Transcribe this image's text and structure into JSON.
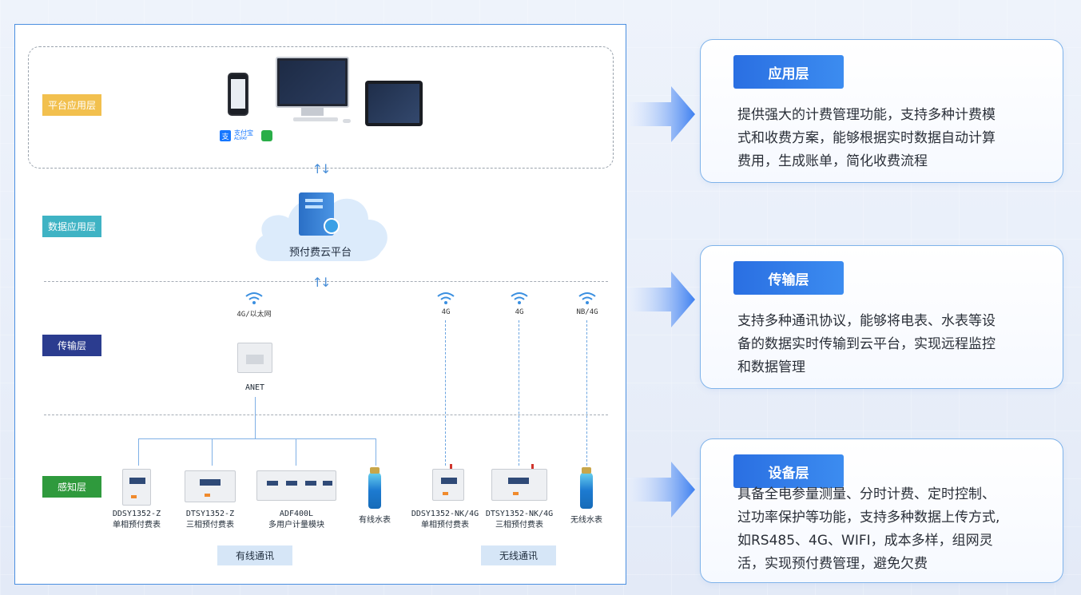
{
  "diagram": {
    "layers": {
      "platform": "平台应用层",
      "data": "数据应用层",
      "transport": "传输层",
      "sensing": "感知层"
    },
    "payment": {
      "alipay_cn": "支付宝",
      "alipay_en": "ALIPAY"
    },
    "cloud_label": "预付费云平台",
    "network_labels": [
      "4G/以太网",
      "4G",
      "4G",
      "NB/4G"
    ],
    "gateway_label": "ANET",
    "devices": [
      {
        "model": "DDSY1352-Z",
        "desc": "单相预付费表"
      },
      {
        "model": "DTSY1352-Z",
        "desc": "三相预付费表"
      },
      {
        "model": "ADF400L",
        "desc": "多用户计量模块"
      },
      {
        "model": "",
        "desc": "有线水表"
      },
      {
        "model": "DDSY1352-NK/4G",
        "desc": "单相预付费表"
      },
      {
        "model": "DTSY1352-NK/4G",
        "desc": "三相预付费表"
      },
      {
        "model": "",
        "desc": "无线水表"
      }
    ],
    "comm": {
      "wired": "有线通讯",
      "wireless": "无线通讯"
    },
    "colors": {
      "platform_tag": "#f2c04e",
      "data_tag": "#3fb3c4",
      "transport_tag": "#2b3c8f",
      "sensing_tag": "#2f9a3d",
      "accent": "#2a6fe2"
    }
  },
  "cards": [
    {
      "title": "应用层",
      "text_lines": [
        "提供强大的计费管理功能，支持多种计费模",
        "式和收费方案，能够根据实时数据自动计算",
        "费用，生成账单，简化收费流程"
      ]
    },
    {
      "title": "传输层",
      "text_lines": [
        "支持多种通讯协议，能够将电表、水表等设",
        "备的数据实时传输到云平台，实现远程监控",
        "和数据管理"
      ]
    },
    {
      "title": "设备层",
      "text_lines": [
        "具备全电参量测量、分时计费、定时控制、",
        "过功率保护等功能，支持多种数据上传方式,",
        "如RS485、4G、WIFI，成本多样，组网灵",
        "活，实现预付费管理，避免欠费"
      ]
    }
  ]
}
